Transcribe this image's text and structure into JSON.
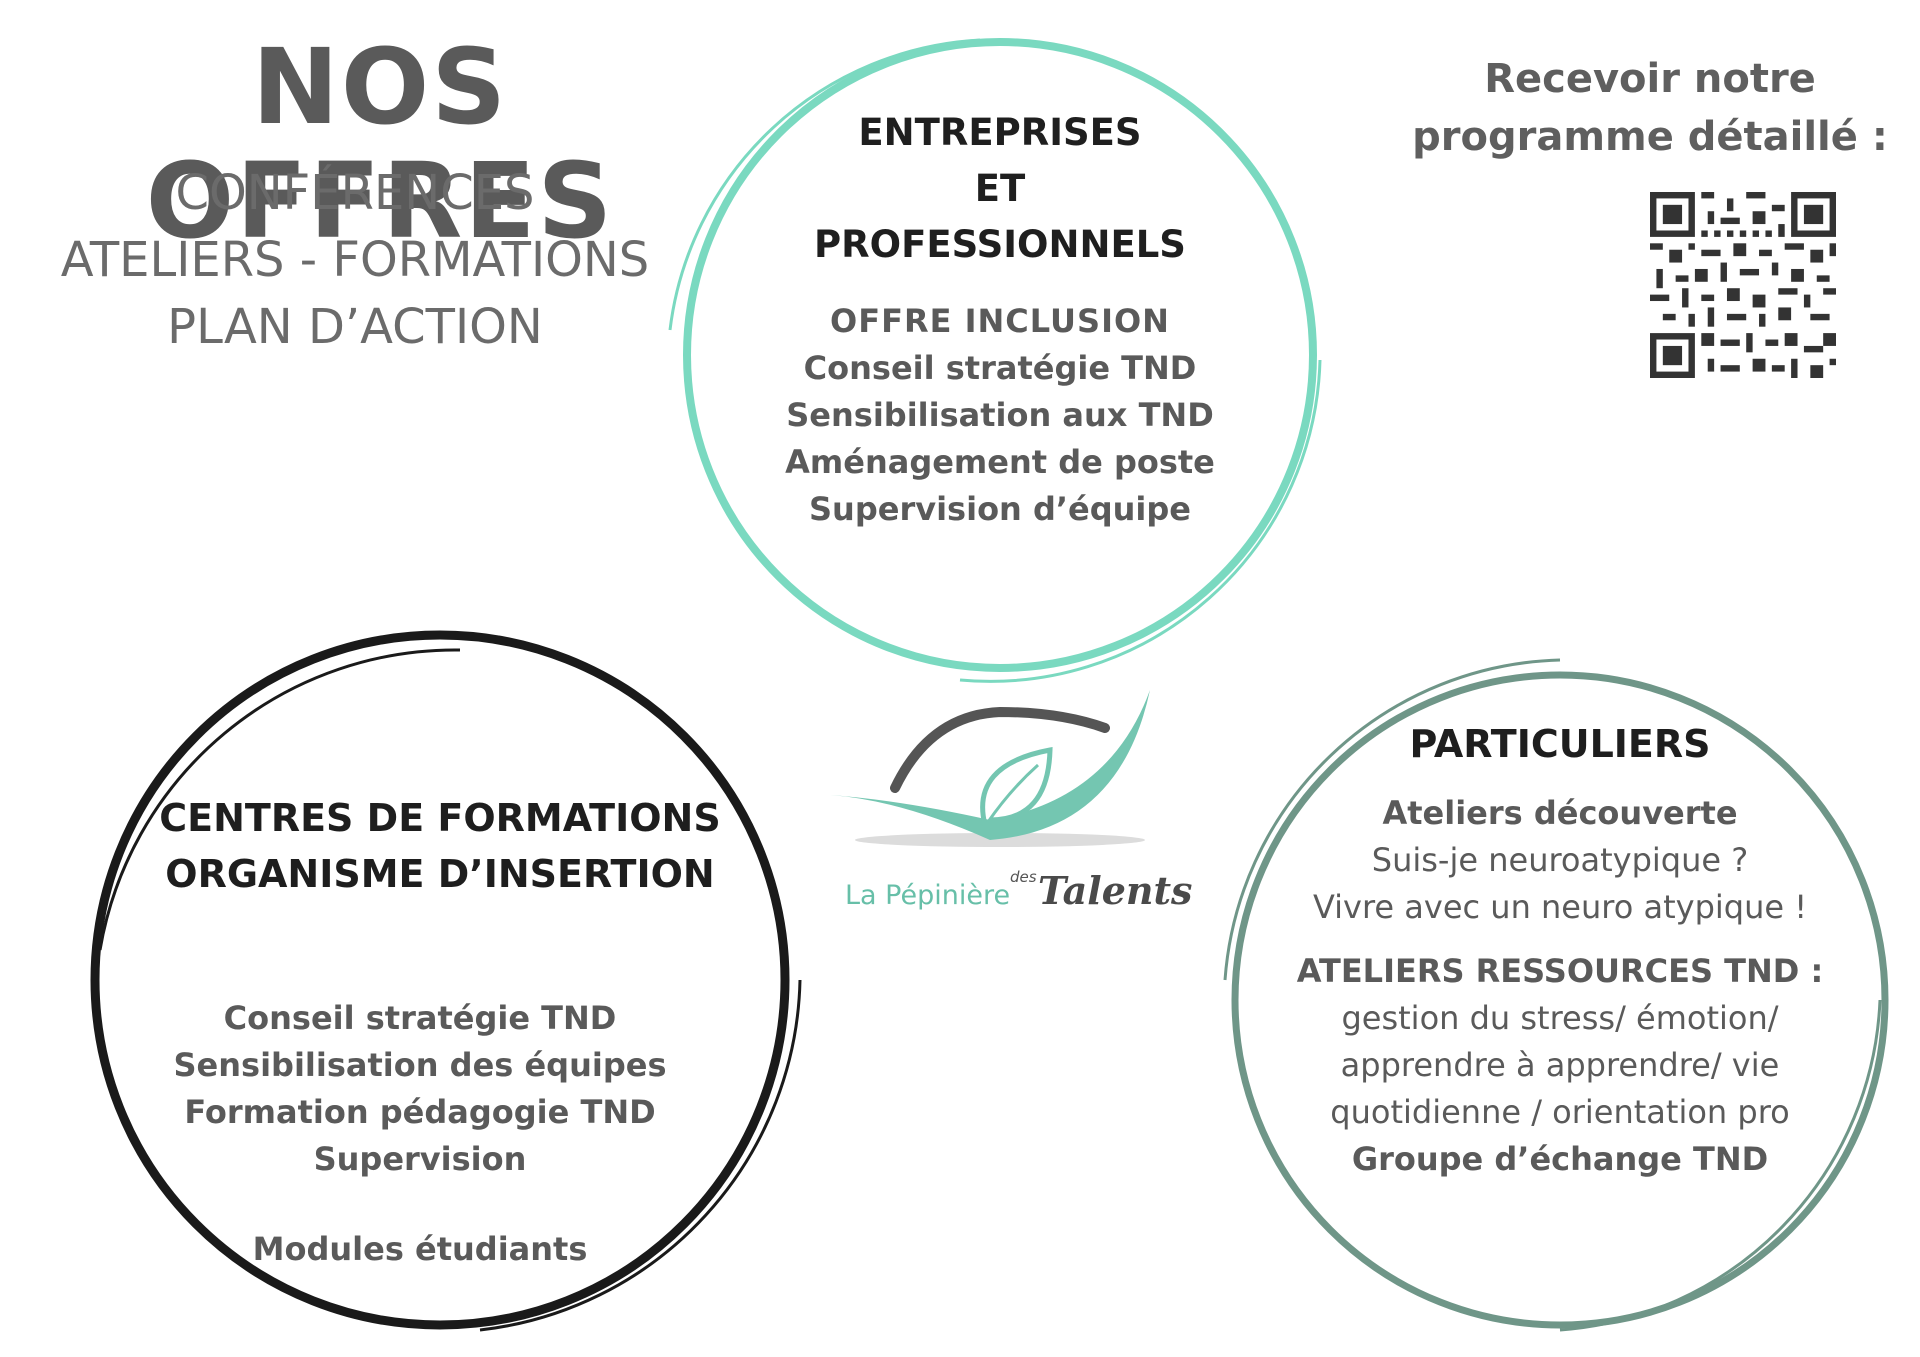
{
  "header": {
    "title": "NOS OFFRES",
    "services": [
      "CONFÉRENCES",
      "ATELIERS - FORMATIONS",
      "PLAN D’ACTION"
    ]
  },
  "qr_section": {
    "heading_line1": "Recevoir notre",
    "heading_line2": "programme détaillé :"
  },
  "circle_entreprises": {
    "title_lines": [
      "ENTREPRISES",
      "ET",
      "PROFESSIONNELS"
    ],
    "items": [
      "OFFRE  INCLUSION",
      "Conseil stratégie TND",
      "Sensibilisation aux TND",
      "Aménagement de poste",
      "Supervision d’équipe"
    ],
    "color": "#7ad9c0"
  },
  "circle_centres": {
    "title_lines": [
      "CENTRES DE FORMATIONS",
      "ORGANISME D’INSERTION"
    ],
    "items": [
      "Conseil stratégie TND",
      "Sensibilisation des équipes",
      "Formation pédagogie TND",
      "Supervision"
    ],
    "extra": "Modules étudiants",
    "color": "#1a1a1a"
  },
  "circle_particuliers": {
    "title": "PARTICULIERS",
    "ateliers_heading": "Ateliers découverte",
    "ateliers_items": [
      "Suis-je neuroatypique ?",
      "Vivre avec un neuro atypique !"
    ],
    "ressources_heading": "ATELIERS RESSOURCES TND :",
    "ressources_items": [
      "gestion du stress/ émotion/",
      "apprendre à apprendre/ vie",
      "quotidienne / orientation pro"
    ],
    "groupe": "Groupe d’échange TND",
    "color": "#6f9688"
  },
  "logo": {
    "name_part1": "La Pépinière",
    "name_part2": "des",
    "name_part3": "Talents",
    "accent_color": "#67bfa8"
  }
}
